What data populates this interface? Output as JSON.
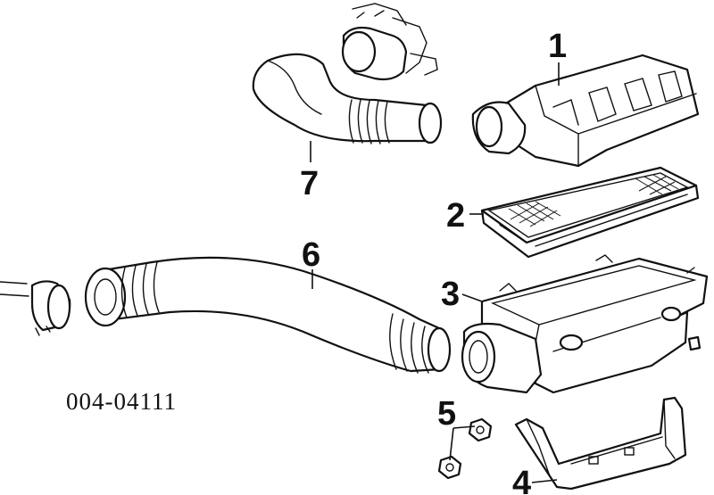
{
  "diagram": {
    "part_number": "004-04111",
    "callouts": [
      {
        "id": "1",
        "label": "1"
      },
      {
        "id": "2",
        "label": "2"
      },
      {
        "id": "3",
        "label": "3"
      },
      {
        "id": "4",
        "label": "4"
      },
      {
        "id": "5",
        "label": "5"
      },
      {
        "id": "6",
        "label": "6"
      },
      {
        "id": "7",
        "label": "7"
      }
    ]
  }
}
